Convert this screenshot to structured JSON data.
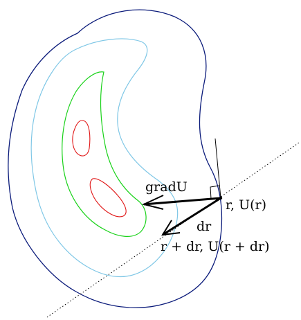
{
  "labels": {
    "gradient": "gradU",
    "point": "r, U(r)",
    "displacement": "dr",
    "displaced_point": "r + dr, U(r + dr)"
  },
  "colors": {
    "outer_contour": "#0a1a7a",
    "middle_contour": "#7fc7e6",
    "inner_contour": "#19d219",
    "innermost_contour": "#e01515",
    "vectors": "#000000",
    "dotted_line": "#000000"
  }
}
